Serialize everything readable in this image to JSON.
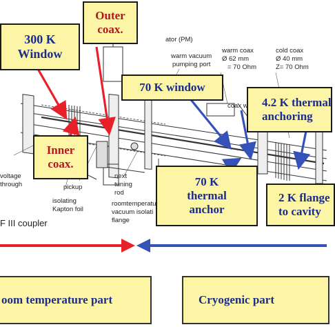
{
  "callouts": {
    "window_300k": [
      "300 K",
      "Window"
    ],
    "outer_coax": [
      "Outer",
      "coax."
    ],
    "window_70k": [
      "70 K window"
    ],
    "anchor_4k": [
      "4.2 K thermal",
      "anchoring"
    ],
    "inner_coax": [
      "Inner",
      "coax."
    ],
    "anchor_70k": [
      "70 K",
      "thermal",
      "anchor"
    ],
    "flange_2k": [
      "2 K flange",
      "to cavity"
    ]
  },
  "labels": {
    "pm": "ator (PM)",
    "warm_vacuum_1": "warm vacuum",
    "warm_vacuum_2": "pumping port",
    "warm_coax_1": "warm coax",
    "warm_coax_2": "Ø 62 mm",
    "warm_coax_3": "= 70 Ohm",
    "cold_coax_1": "cold coax",
    "cold_coax_2": "Ø 40 mm",
    "cold_coax_3": "Z= 70 Ohm",
    "coax_w": "coax w",
    "voltage": "voltage",
    "through": "through",
    "pickup": "pickup",
    "next": "next",
    "tuning": "tuning",
    "rod": "rod",
    "isolating_1": "isolating",
    "isolating_2": "Kapton foil",
    "roomtemp_1": "roomtemperatu",
    "roomtemp_2": "vacuum isolati",
    "roomtemp_3": "flange",
    "title": "F III coupler"
  },
  "bands": {
    "room": "oom temperature part",
    "cryo": "Cryogenic part"
  },
  "colors": {
    "callout_fill": "#fdf5a6",
    "callout_text": "#1a2c8c",
    "red_arrow": "#e8202a",
    "blue_arrow": "#3552b8"
  }
}
